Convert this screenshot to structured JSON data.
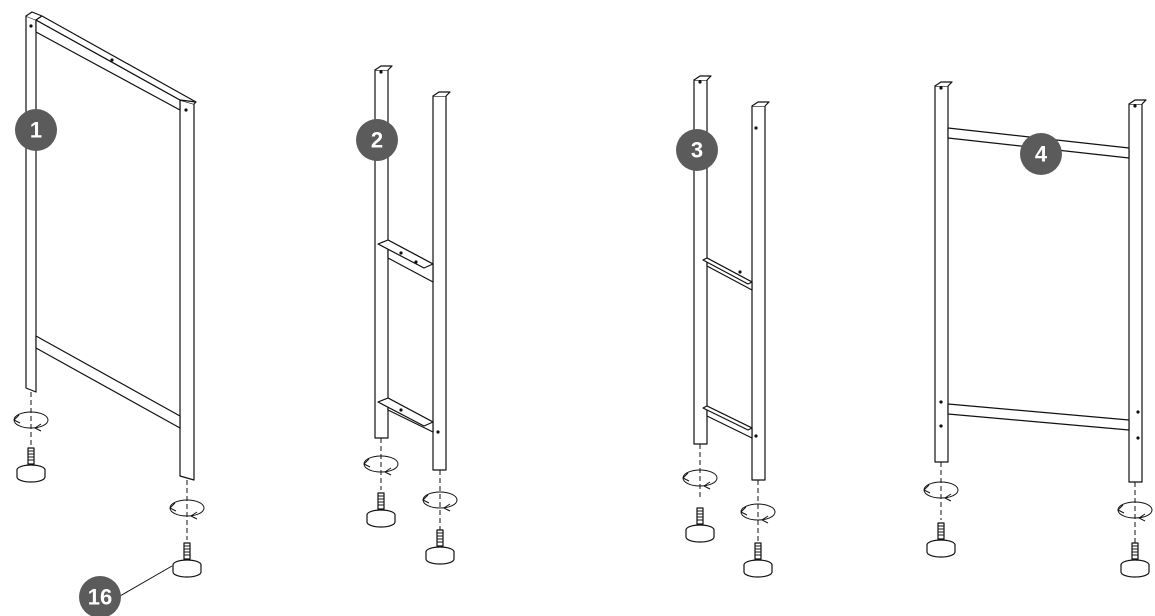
{
  "parts": [
    {
      "label": "1"
    },
    {
      "label": "2"
    },
    {
      "label": "3"
    },
    {
      "label": "4"
    }
  ],
  "foot_callout": {
    "label": "16"
  },
  "colors": {
    "badge": "#5b5b5b",
    "line": "#111111",
    "background": "#ffffff"
  }
}
